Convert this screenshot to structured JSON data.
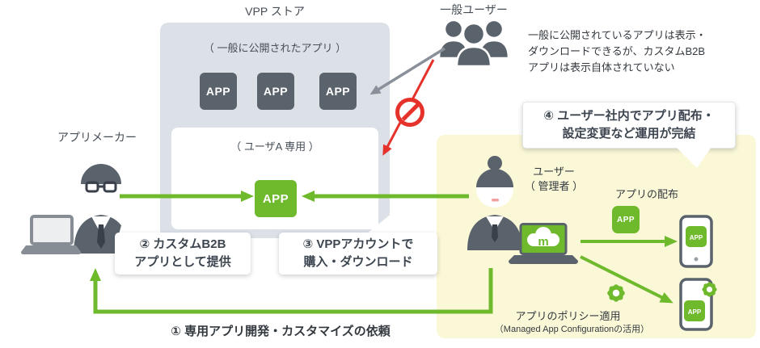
{
  "colors": {
    "green": "#6fb92c",
    "red": "#e5332c",
    "store_gray": "#dce1e8",
    "dark_gray": "#5a626c",
    "yellow": "#fbf8d7",
    "arrow_gray": "#8a9099"
  },
  "store": {
    "title": "VPP ストア",
    "public_label": "（ 一般に公開されたアプリ ）",
    "apps": [
      "APP",
      "APP",
      "APP"
    ],
    "user_a": {
      "label": "（ ユーザA 専用 ）",
      "app": "APP"
    }
  },
  "general_users": {
    "label": "一般ユーザー",
    "note": "一般に公開されているアプリは表示・\nダウンロードできるが、カスタムB2B\nアプリは表示自体されていない"
  },
  "maker": {
    "label": "アプリメーカー"
  },
  "admin": {
    "role": "ユーザー",
    "title": "（ 管理者 ）",
    "logo_letter": "m"
  },
  "callouts": {
    "step1": "① 専用アプリ開発・カスタマイズの依頼",
    "step2": "② カスタムB2B\nアプリとして提供",
    "step3": "③ VPPアカウントで\n購入・ダウンロード",
    "step4": "④ ユーザー社内でアプリ配布・\n設定変更など運用が完結"
  },
  "distribution": {
    "label": "アプリの配布",
    "badge": "APP",
    "phone_badge": "APP"
  },
  "policy": {
    "label": "アプリのポリシー適用",
    "sub": "（Managed App Configurationの活用）",
    "phone_badge": "APP"
  }
}
